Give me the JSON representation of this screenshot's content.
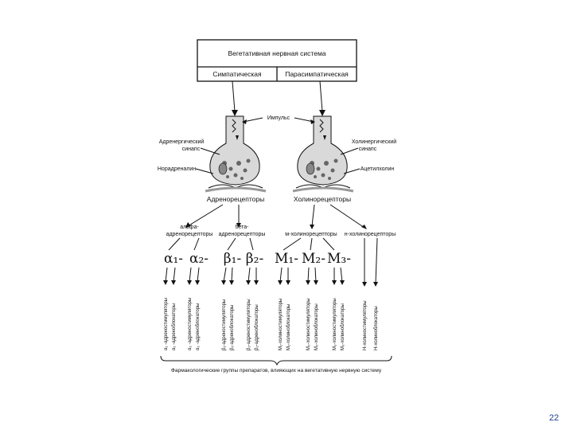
{
  "header": {
    "title": "Вегетативная нервная система",
    "sympathetic": "Симпатическая",
    "parasympathetic": "Парасимпатическая"
  },
  "synapse": {
    "impulse": "Импульс",
    "adrenergic_line1": "Адренергический",
    "adrenergic_line2": "синапс",
    "cholinergic_line1": "Холинергический",
    "cholinergic_line2": "синапс",
    "noradrenaline": "Норадреналин",
    "acetylcholine": "Ацетилхолин",
    "adrenoreceptors": "Адренорецепторы",
    "cholinoreceptors": "Холинорецепторы"
  },
  "receptor_groups": {
    "alpha_line1": "альфа-",
    "alpha_line2": "адренорецепторы",
    "beta_line1": "бета-",
    "beta_line2": "адренорецепторы",
    "m_cholino": "м-холинорецепторы",
    "n_cholino": "н-холинорецепторы"
  },
  "subtypes": {
    "a1": "α₁-",
    "a2": "α₂-",
    "b1": "β₁-",
    "b2": "β₂-",
    "m1": "М₁-",
    "m2": "М₂-",
    "m3": "М₃-"
  },
  "drug_groups": [
    "α₁ -адреностимуляторы",
    "α₁ -адреноблокаторы",
    "α₂ -адреностимуляторы",
    "α₂ -адреноблокаторы",
    "β₁-адреностимуляторы",
    "β₁-адреноблокаторы",
    "β₂-адреностимуляторы",
    "β₂-адреноблокаторы",
    "М₁-холиностимуляторы",
    "М₁-холиноблокаторы",
    "М₂-холиностимуляторы",
    "М₂-холиноблокаторы",
    "М₃-холиностимуляторы",
    "М₃-холиноблокаторы",
    "Н-холиностимуляторы",
    "Н-холиноблокаторы"
  ],
  "footer": "Фармакологические группы препаратов, влияющих на вегетативную нервную систему",
  "page_number": "22"
}
